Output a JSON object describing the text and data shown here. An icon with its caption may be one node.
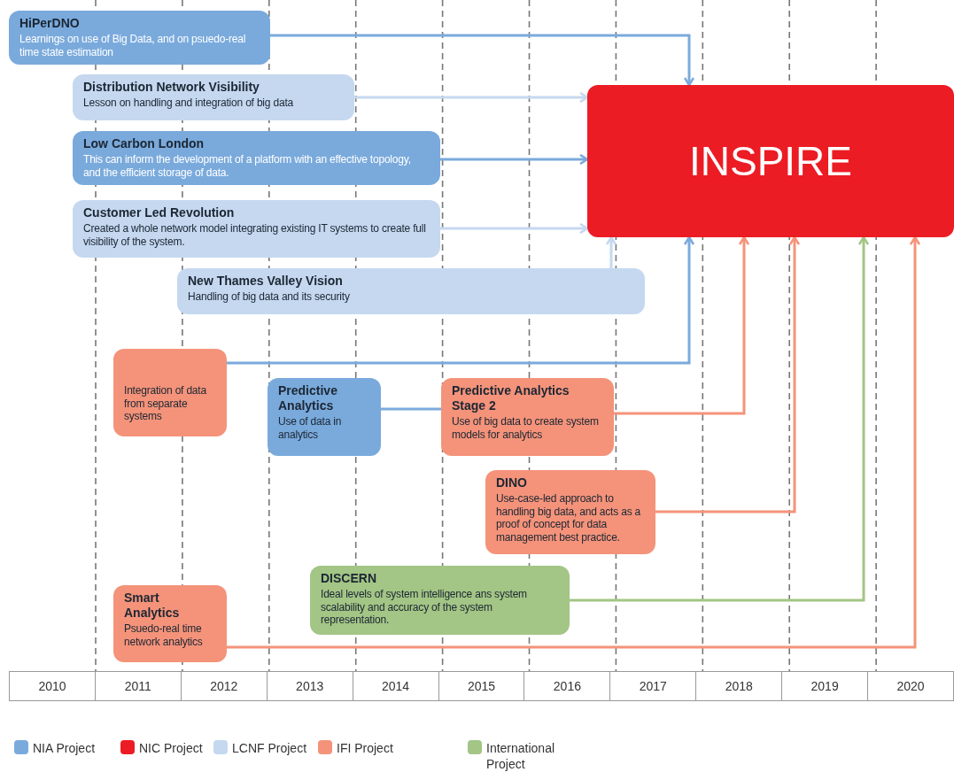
{
  "diagram": {
    "nodes": [
      {
        "text": [
          "HiPerDNO",
          "Learnings on use of Big Data, and on psuedo-real time state estimation"
        ]
      },
      {
        "text": [
          "Distribution Network Visibility",
          "Lesson on handling and integration of big data"
        ]
      },
      {
        "text": [
          "Low Carbon London",
          "This can inform the development of a platform with an effective topology, and the efficient storage of data."
        ]
      },
      {
        "text": [
          "Customer Led Revolution",
          "Created a whole network model integrating existing IT systems to create full visibility of the system."
        ]
      },
      {
        "text": [
          "INSPIRE"
        ]
      },
      {
        "text": [
          "New Thames Valley Vision",
          "Handling of big data and its security"
        ]
      },
      {
        "text": [
          "Integration of data from separate systems"
        ]
      },
      {
        "text": [
          "Predictive Analytics",
          "Use of data in analytics"
        ]
      },
      {
        "text": [
          "Predictive Analytics Stage 2",
          "Use of big data to create system models for analytics"
        ]
      },
      {
        "text": [
          "DINO",
          "Use-case-led approach to handling big data, and acts as a proof of concept for data management best practice."
        ]
      },
      {
        "text": [
          "DISCERN",
          "Ideal levels of system intelligence ans system scalability and accuracy of the system representation."
        ]
      },
      {
        "text": [
          "Smart Analytics",
          "Psuedo-real time network analytics"
        ]
      }
    ],
    "edges": [
      {
        "from": 0,
        "to": 4,
        "arrow": "to"
      },
      {
        "from": 1,
        "to": 4,
        "arrow": "to",
        "color": "#c5d8f0"
      },
      {
        "from": 2,
        "to": 4,
        "arrow": "to"
      },
      {
        "from": 3,
        "to": 4,
        "arrow": "to",
        "color": "#c5d8f0"
      },
      {
        "from": 5,
        "to": 4,
        "arrow": "to",
        "color": "#c5d8f0"
      },
      {
        "from": 6,
        "to": 4,
        "arrow": "to"
      },
      {
        "from": 7,
        "to": 8,
        "arrow": "none"
      },
      {
        "from": 8,
        "to": 4,
        "arrow": "to",
        "color": "#f4937a"
      },
      {
        "from": 9,
        "to": 4,
        "arrow": "to",
        "color": "#f4937a"
      },
      {
        "from": 10,
        "to": 4,
        "arrow": "to",
        "color": "#a3c585"
      },
      {
        "from": 11,
        "to": 4,
        "arrow": "to",
        "color": "#f4937a"
      }
    ],
    "labels": [
      "2010",
      "2011",
      "2012",
      "2013",
      "2014",
      "2015",
      "2016",
      "2017",
      "2018",
      "2019",
      "2020"
    ],
    "legend": [
      {
        "text": "NIA Project",
        "color": "#7aaadc"
      },
      {
        "text": "NIC Project",
        "color": "#ec1c24"
      },
      {
        "text": "LCNF Project",
        "color": "#c5d8f0"
      },
      {
        "text": "IFI Project",
        "color": "#f4937a"
      },
      {
        "text": "International Project",
        "color": "#a3c585"
      }
    ]
  }
}
